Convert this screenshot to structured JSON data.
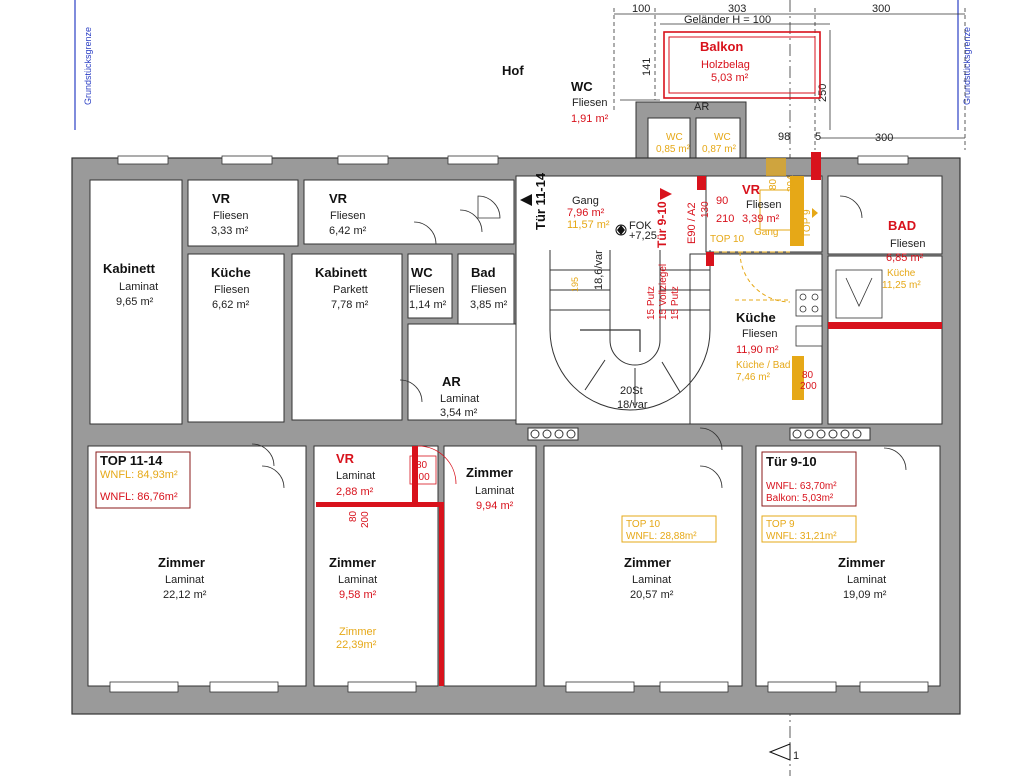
{
  "labels": {
    "hof": "Hof",
    "grenze_left": "Grundstücksgrenze",
    "grenze_right": "Grundstücksgrenze",
    "dim_100": "100",
    "dim_303": "303",
    "dim_300_top": "300",
    "dim_300_mid": "300",
    "dim_geland": "Geländer H = 100",
    "dim_141": "141",
    "dim_250": "250",
    "dim_98": "98",
    "dim_5": "5",
    "balkon_name": "Balkon",
    "balkon_mat": "Holzbelag",
    "balkon_area": "5,03 m²",
    "wc_top_name": "WC",
    "wc_top_mat": "Fliesen",
    "wc_top_area": "1,91 m²",
    "ar_small": "AR",
    "wc_a_name": "WC",
    "wc_a_area": "0,85 m²",
    "wc_b_name": "WC",
    "wc_b_area": "0,87 m²",
    "vr1_name": "VR",
    "vr1_mat": "Fliesen",
    "vr1_area": "3,33 m²",
    "vr2_name": "VR",
    "vr2_mat": "Fliesen",
    "vr2_area": "6,42 m²",
    "tuer_1114": "Tür 11-14",
    "gang_name": "Gang",
    "gang_area": "7,96 m²",
    "gang_area2": "11,57 m²",
    "fok": "FOK",
    "fok_val": "+7,25",
    "tuer_910": "Tür 9-10",
    "e90": "E90 / A2",
    "e90_dim": "130",
    "dim_90": "90",
    "dim_80": "80",
    "dim_210": "210",
    "dim_204": "204",
    "vr3_name": "VR",
    "vr3_mat": "Fliesen",
    "vr3_area": "3,39 m²",
    "top10_small": "TOP 10",
    "gang_or": "Gang",
    "top9_small": "TOP 9",
    "bad_name": "BAD",
    "bad_mat": "Fliesen",
    "bad_area": "6,85 m²",
    "bad_kueche": "Küche",
    "bad_kueche_area": "11,25 m²",
    "kabinett1_name": "Kabinett",
    "kabinett1_mat": "Laminat",
    "kabinett1_area": "9,65 m²",
    "kueche1_name": "Küche",
    "kueche1_mat": "Fliesen",
    "kueche1_area": "6,62 m²",
    "kabinett2_name": "Kabinett",
    "kabinett2_mat": "Parkett",
    "kabinett2_area": "7,78 m²",
    "wc2_name": "WC",
    "wc2_mat": "Fliesen",
    "wc2_area": "1,14 m²",
    "bad2_name": "Bad",
    "bad2_mat": "Fliesen",
    "bad2_area": "3,85 m²",
    "ar_name": "AR",
    "ar_mat": "Laminat",
    "ar_area": "3,54 m²",
    "putz1": "15 Putz",
    "putz2": "15 Vollziegel",
    "putz3": "15 Putz",
    "stair_dim1": "18,6/var",
    "stair_dim2": "195",
    "stair_steps": "20St",
    "stair_var": "18/var",
    "kueche2_name": "Küche",
    "kueche2_mat": "Fliesen",
    "kueche2_area": "11,90 m²",
    "kueche_bad": "Küche / Bad",
    "kueche_bad_area": "7,46 m²",
    "dim_80b": "80",
    "dim_200b": "200",
    "top1114_title": "TOP 11-14",
    "top1114_wnfl1": "WNFL: 84,93m²",
    "top1114_wnfl2": "WNFL: 86,76m²",
    "vr4_name": "VR",
    "vr4_mat": "Laminat",
    "vr4_area": "2,88 m²",
    "door_80": "80",
    "door_200": "200",
    "door2_80": "80",
    "door2_200": "200",
    "zimmer_small_name": "Zimmer",
    "zimmer_small_mat": "Laminat",
    "zimmer_small_area": "9,94 m²",
    "top10_box": "TOP 10",
    "top10_wnfl": "WNFL: 28,88m²",
    "tuer910_box": "Tür 9-10",
    "tuer910_wnfl": "WNFL: 63,70m²",
    "tuer910_balkon": "Balkon: 5,03m²",
    "top9_box": "TOP 9",
    "top9_wnfl": "WNFL: 31,21m²",
    "zimmer1_name": "Zimmer",
    "zimmer1_mat": "Laminat",
    "zimmer1_area": "22,12 m²",
    "zimmer2_name": "Zimmer",
    "zimmer2_mat": "Laminat",
    "zimmer2_area": "9,58 m²",
    "zimmer2_or_name": "Zimmer",
    "zimmer2_or_area": "22,39m²",
    "zimmer3_name": "Zimmer",
    "zimmer3_mat": "Laminat",
    "zimmer3_area": "20,57 m²",
    "zimmer4_name": "Zimmer",
    "zimmer4_mat": "Laminat",
    "zimmer4_area": "19,09 m²",
    "section": "1"
  },
  "colors": {
    "wall": "#9a9a9a",
    "wall_stroke": "#333333",
    "red": "#d8121c",
    "orange": "#e6a817",
    "blue": "#2b3fc4"
  }
}
